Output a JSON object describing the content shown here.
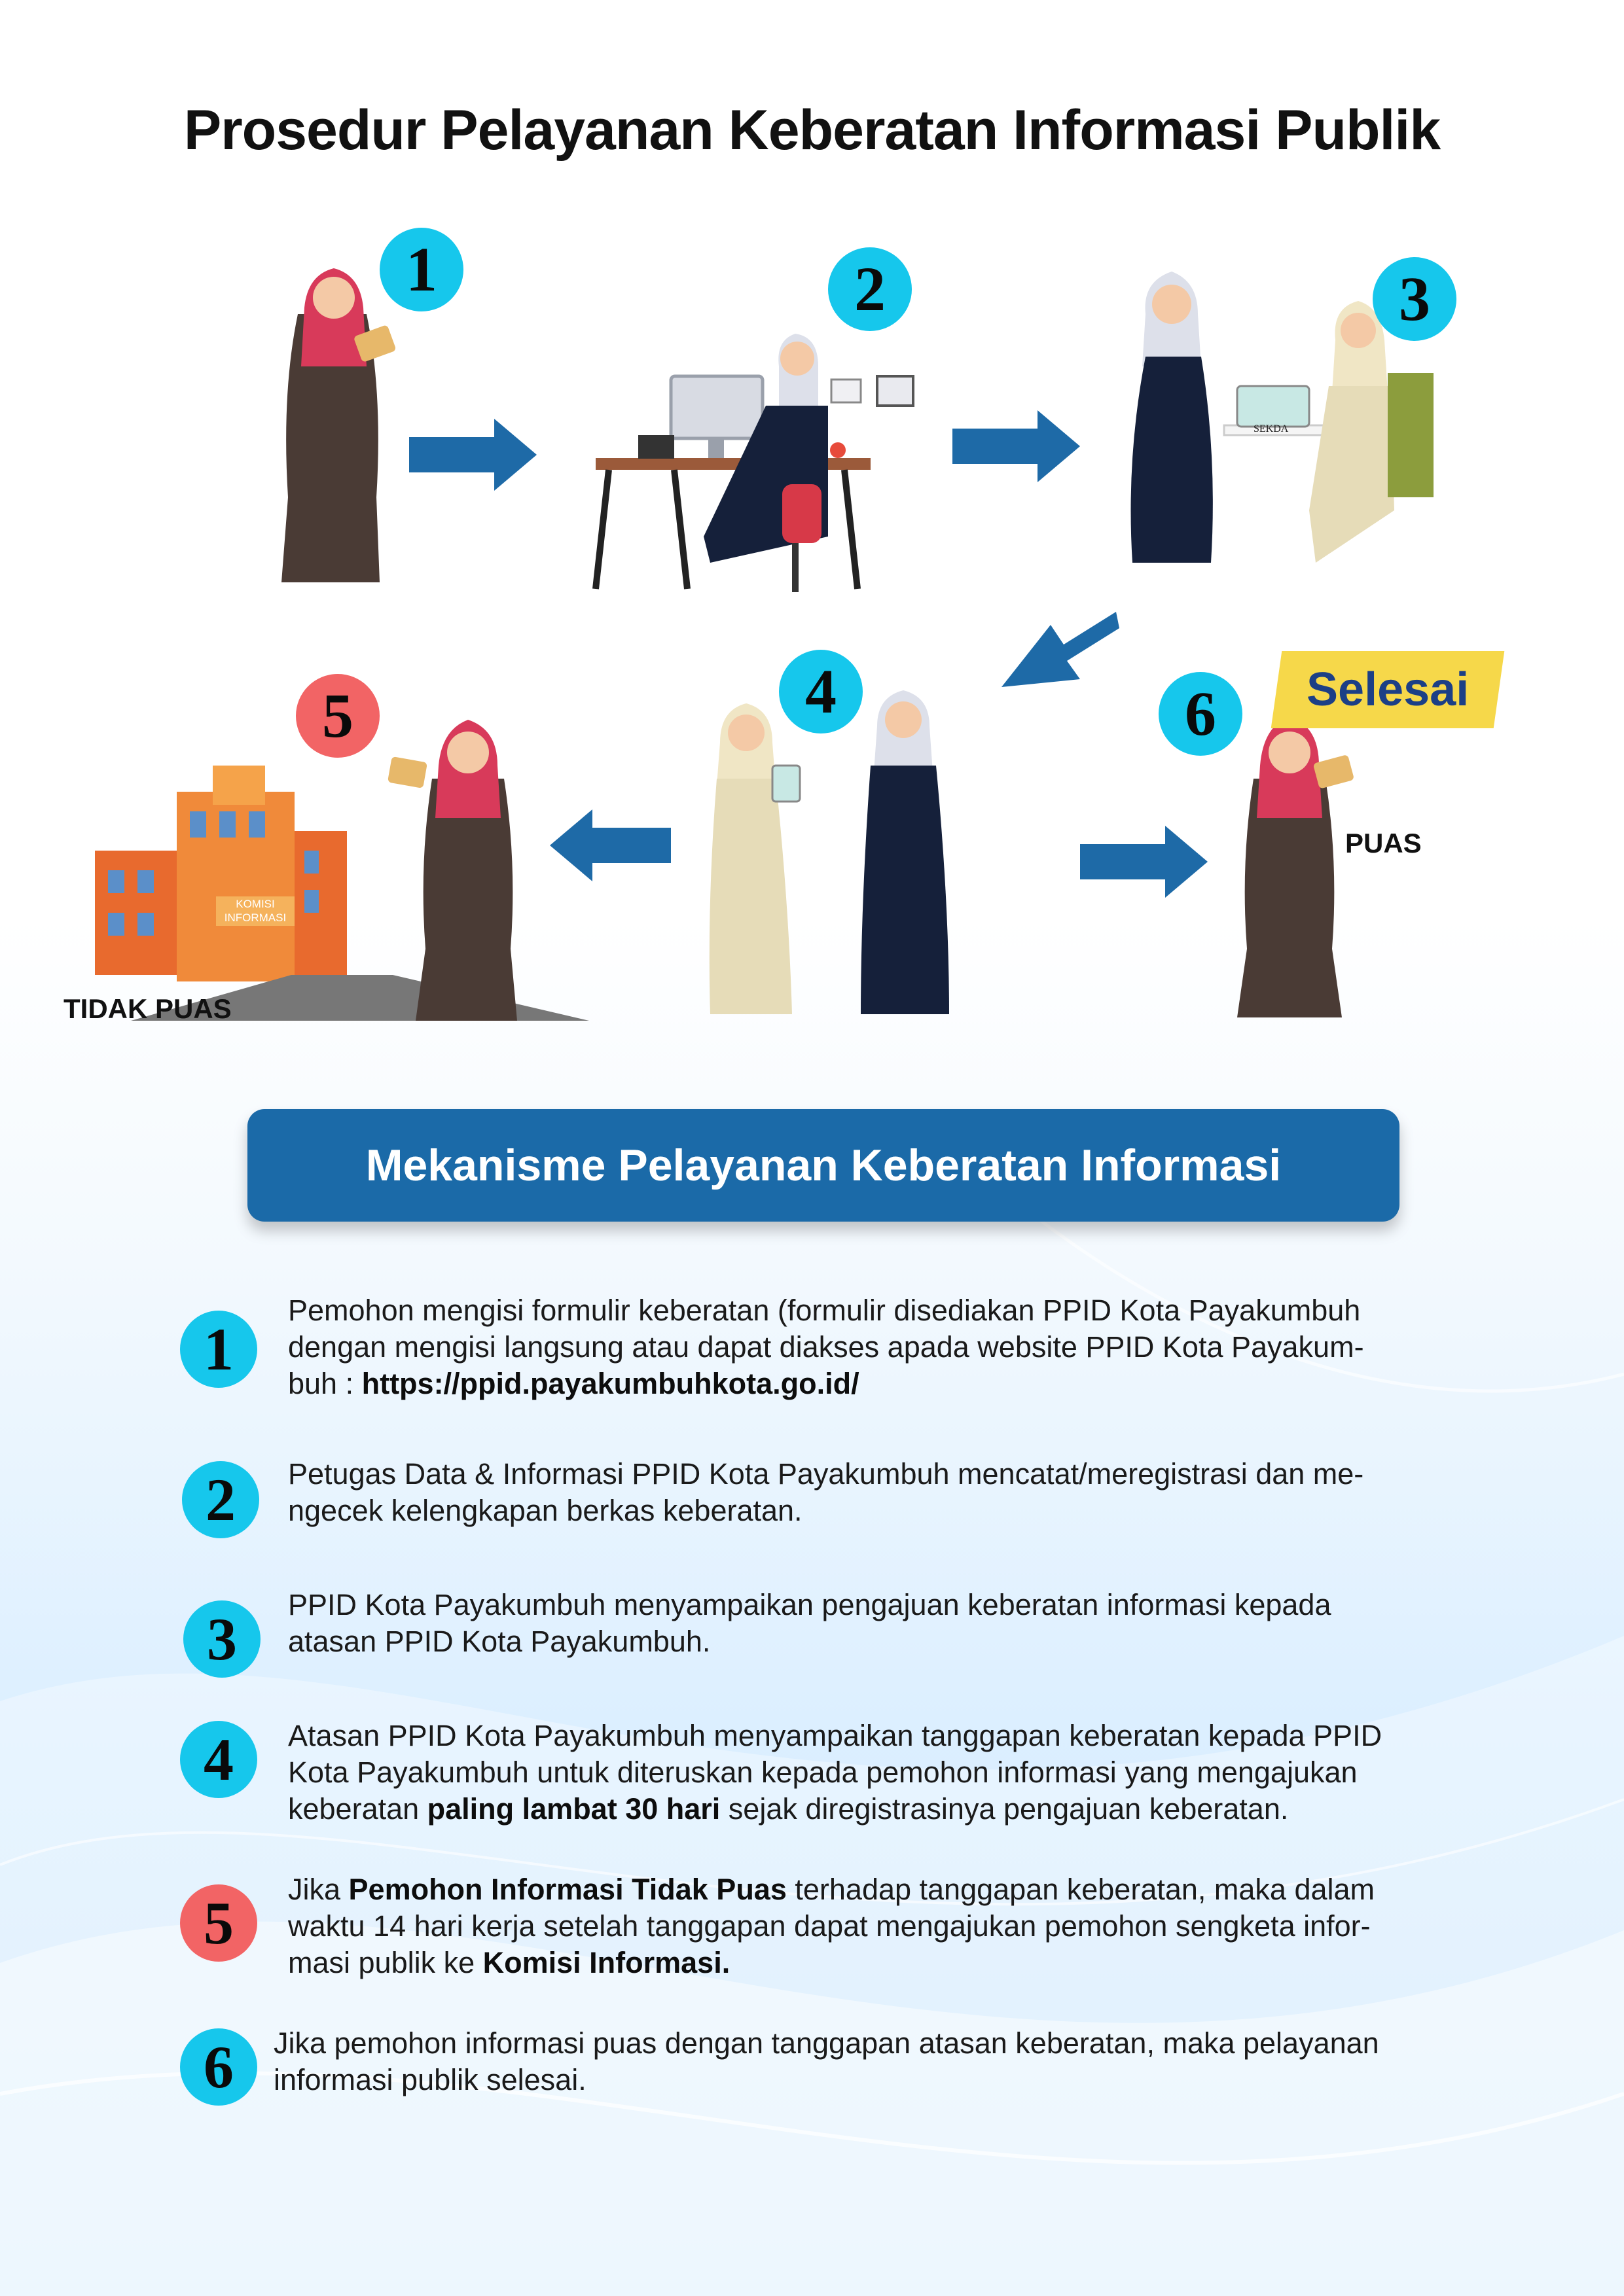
{
  "title": "Prosedur Pelayanan Keberatan Informasi Publik",
  "diagram": {
    "badges": [
      "1",
      "2",
      "3",
      "4",
      "5",
      "6"
    ],
    "monitor_label": "SEKDA",
    "building_label_line1": "KOMISI",
    "building_label_line2": "INFORMASI",
    "selesai": "Selesai",
    "puas": "PUAS",
    "tidak_puas": "TIDAK PUAS"
  },
  "banner": "Mekanisme Pelayanan Keberatan Informasi",
  "steps": [
    {
      "num": "1",
      "color": "#16c7ec",
      "lines": [
        [
          {
            "t": "Pemohon mengisi formulir keberatan (formulir disediakan PPID Kota Payakumbuh"
          }
        ],
        [
          {
            "t": "dengan mengisi langsung atau dapat diakses apada website PPID Kota Payakum-"
          }
        ],
        [
          {
            "t": "buh : "
          },
          {
            "t": "https://ppid.payakumbuhkota.go.id/",
            "b": true
          }
        ]
      ]
    },
    {
      "num": "2",
      "color": "#16c7ec",
      "lines": [
        [
          {
            "t": "Petugas Data & Informasi PPID Kota Payakumbuh mencatat/meregistrasi dan me-"
          }
        ],
        [
          {
            "t": "ngecek kelengkapan berkas keberatan."
          }
        ]
      ]
    },
    {
      "num": "3",
      "color": "#16c7ec",
      "lines": [
        [
          {
            "t": "PPID Kota Payakumbuh menyampaikan pengajuan keberatan informasi kepada"
          }
        ],
        [
          {
            "t": "atasan PPID Kota Payakumbuh."
          }
        ]
      ]
    },
    {
      "num": "4",
      "color": "#16c7ec",
      "lines": [
        [
          {
            "t": "Atasan PPID Kota Payakumbuh menyampaikan tanggapan keberatan kepada PPID"
          }
        ],
        [
          {
            "t": "Kota Payakumbuh untuk diteruskan kepada pemohon informasi yang mengajukan"
          }
        ],
        [
          {
            "t": "keberatan "
          },
          {
            "t": "paling lambat 30 hari",
            "b": true
          },
          {
            "t": " sejak diregistrasinya pengajuan keberatan."
          }
        ]
      ]
    },
    {
      "num": "5",
      "color": "#f26465",
      "lines": [
        [
          {
            "t": "Jika "
          },
          {
            "t": "Pemohon Informasi Tidak Puas",
            "b": true
          },
          {
            "t": " terhadap tanggapan keberatan, maka dalam"
          }
        ],
        [
          {
            "t": "waktu 14 hari kerja setelah tanggapan dapat mengajukan pemohon sengketa infor-"
          }
        ],
        [
          {
            "t": "masi publik ke "
          },
          {
            "t": "Komisi Informasi.",
            "b": true
          }
        ]
      ]
    },
    {
      "num": "6",
      "color": "#16c7ec",
      "lines": [
        [
          {
            "t": "Jika pemohon informasi puas dengan tanggapan atasan keberatan, maka pelayanan"
          }
        ],
        [
          {
            "t": "informasi publik selesai."
          }
        ]
      ]
    }
  ]
}
